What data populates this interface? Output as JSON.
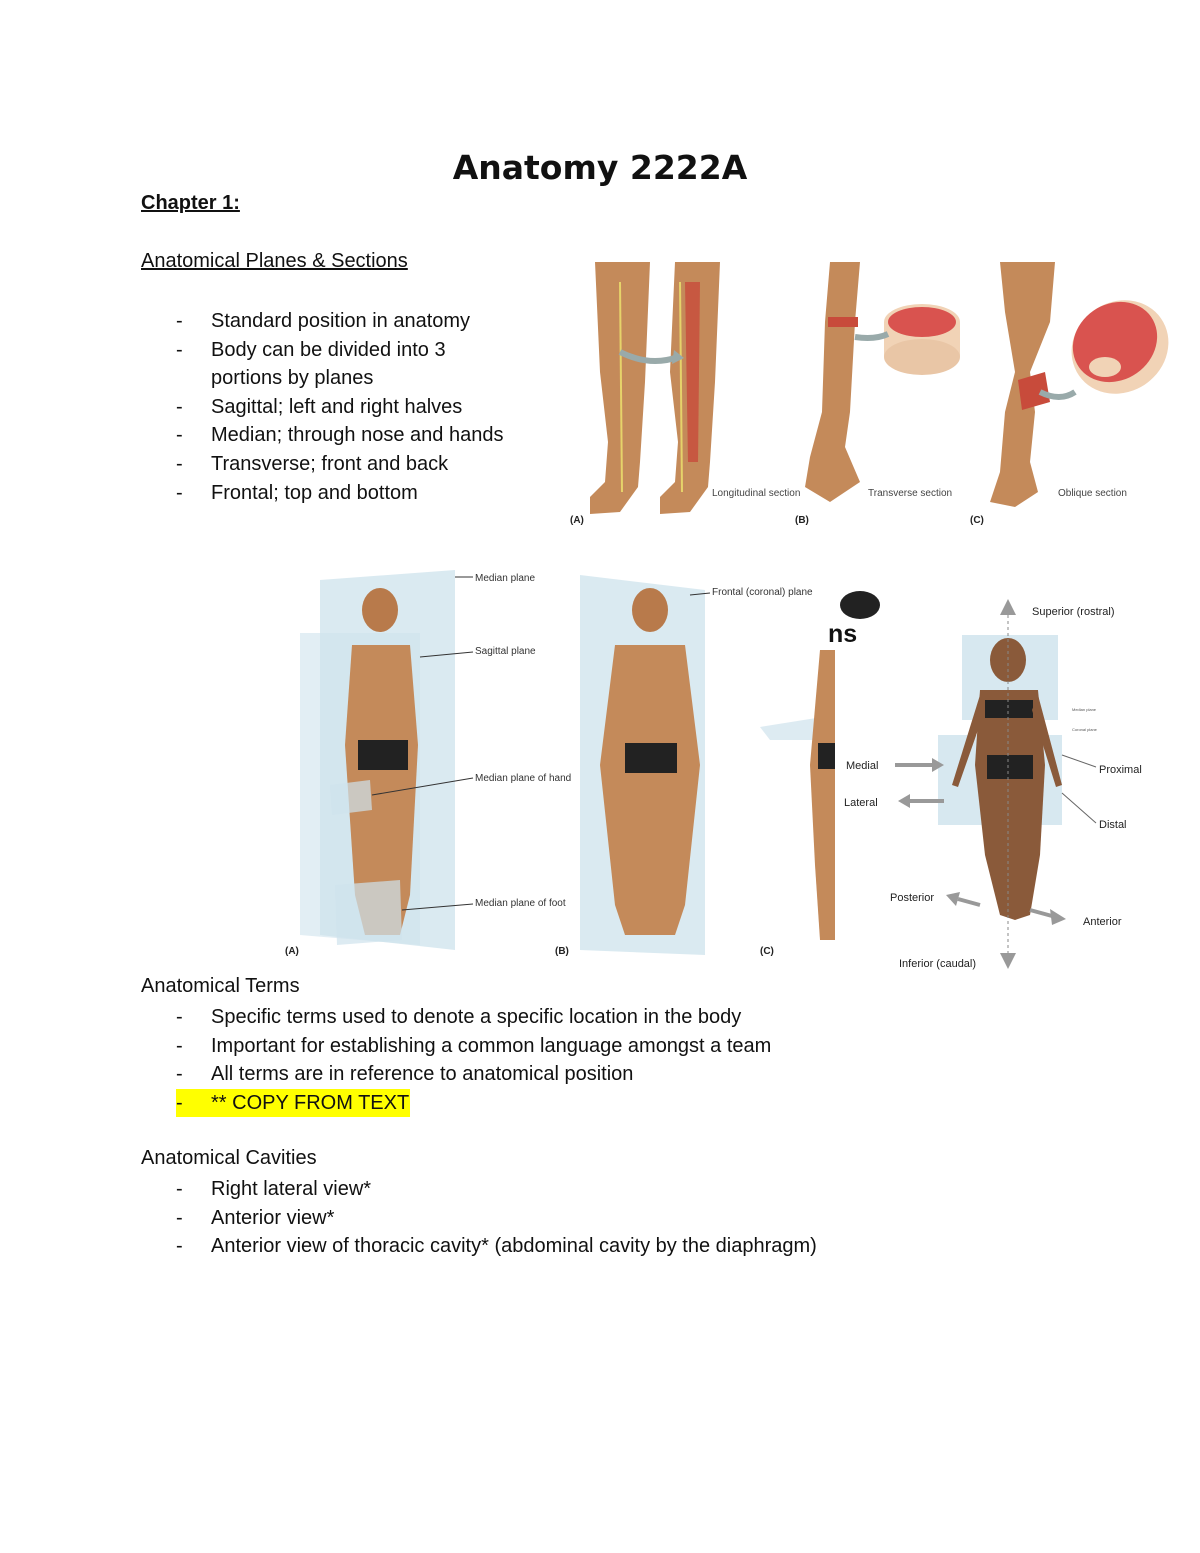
{
  "title": "Anatomy 2222A",
  "chapter": "Chapter 1:",
  "planes": {
    "heading": "Anatomical Planes & Sections",
    "bullets": [
      "Standard position in anatomy",
      "Body can be divided into 3 portions by planes",
      "Sagittal; left and right halves",
      "Median; through nose and hands",
      "Transverse; front and back",
      "Frontal; top and bottom"
    ]
  },
  "sections_figure": {
    "labels": [
      "Longitudinal section",
      "Transverse section",
      "Oblique section"
    ],
    "panels": [
      "(A)",
      "(B)",
      "(C)"
    ]
  },
  "planes_figure": {
    "median_plane": "Median plane",
    "sagittal_plane": "Sagittal plane",
    "median_plane_hand": "Median plane of hand",
    "median_plane_foot": "Median plane of foot",
    "frontal_plane": "Frontal (coronal) plane",
    "fragment_text": "ns",
    "panels": [
      "(A)",
      "(B)",
      "(C)"
    ]
  },
  "directions_figure": {
    "superior": "Superior (rostral)",
    "inferior": "Inferior (caudal)",
    "medial": "Medial",
    "lateral": "Lateral",
    "proximal": "Proximal",
    "distal": "Distal",
    "posterior": "Posterior",
    "anterior": "Anterior",
    "median_plane": "Median plane",
    "coronal_plane": "Coronal plane"
  },
  "terms": {
    "heading": "Anatomical Terms",
    "bullets": [
      "Specific terms used to denote a specific location in the body",
      "Important for establishing a common language amongst a team",
      "All terms are in reference to anatomical position"
    ],
    "highlight": "** COPY FROM TEXT"
  },
  "cavities": {
    "heading": "Anatomical Cavities",
    "bullets": [
      "Right lateral view*",
      "Anterior view*",
      "Anterior view of thoracic cavity* (abdominal cavity by the diaphragm)"
    ]
  },
  "colors": {
    "highlight": "#ffff00",
    "skin": "#c48a5a",
    "plane": "#bcd8e6",
    "muscle": "#d9534f"
  }
}
